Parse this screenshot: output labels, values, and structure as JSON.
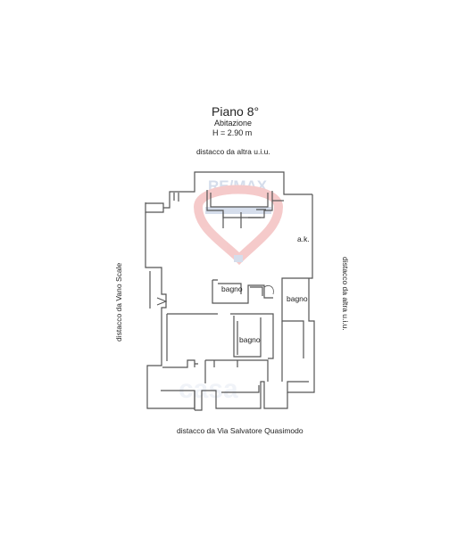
{
  "header": {
    "title": "Piano 8°",
    "type_label": "Abitazione",
    "height_label": "H = 2.90 m"
  },
  "boundaries": {
    "top": "distacco da altra u.i.u.",
    "left": "distacco da Vano Scale",
    "right": "distacco da altra u.i.u.",
    "bottom": "distacco da Via Salvatore Quasimodo"
  },
  "rooms": {
    "ak": "a.k.",
    "bagno_1": "bagno",
    "bagno_2": "bagno",
    "bagno_3": "bagno"
  },
  "watermark": {
    "brand": "RE/MAX",
    "text": "casa",
    "colors": {
      "red": "#e36a6a",
      "blue": "#8aa0c8"
    }
  },
  "colors": {
    "wall": "#555555",
    "text": "#222222"
  }
}
